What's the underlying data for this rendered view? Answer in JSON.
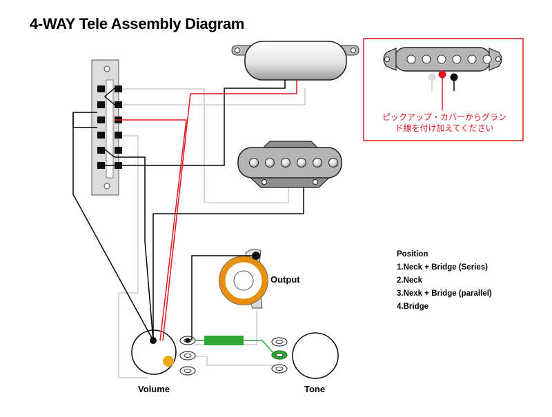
{
  "title": "4-WAY Tele Assembly Diagram",
  "callout": {
    "line1": "ピックアップ・カバーからグラン",
    "line2": "ド線を付け加えてください"
  },
  "position": {
    "heading": "Position",
    "items": [
      "1.Neck + Bridge (Series)",
      "2.Neck",
      "3.Nexk + Bridge (parallel)",
      "4.Bridge"
    ]
  },
  "labels": {
    "output": "Output",
    "volume": "Volume",
    "tone": "Tone"
  },
  "colors": {
    "wire_black": "#000000",
    "wire_red": "#e0141e",
    "wire_gray": "#cccccc",
    "capacitor": "#2ea836",
    "jack_ring": "#e8900e",
    "ground_dot": "#f0a81e",
    "pickup_plate": "#c7c7c7"
  }
}
